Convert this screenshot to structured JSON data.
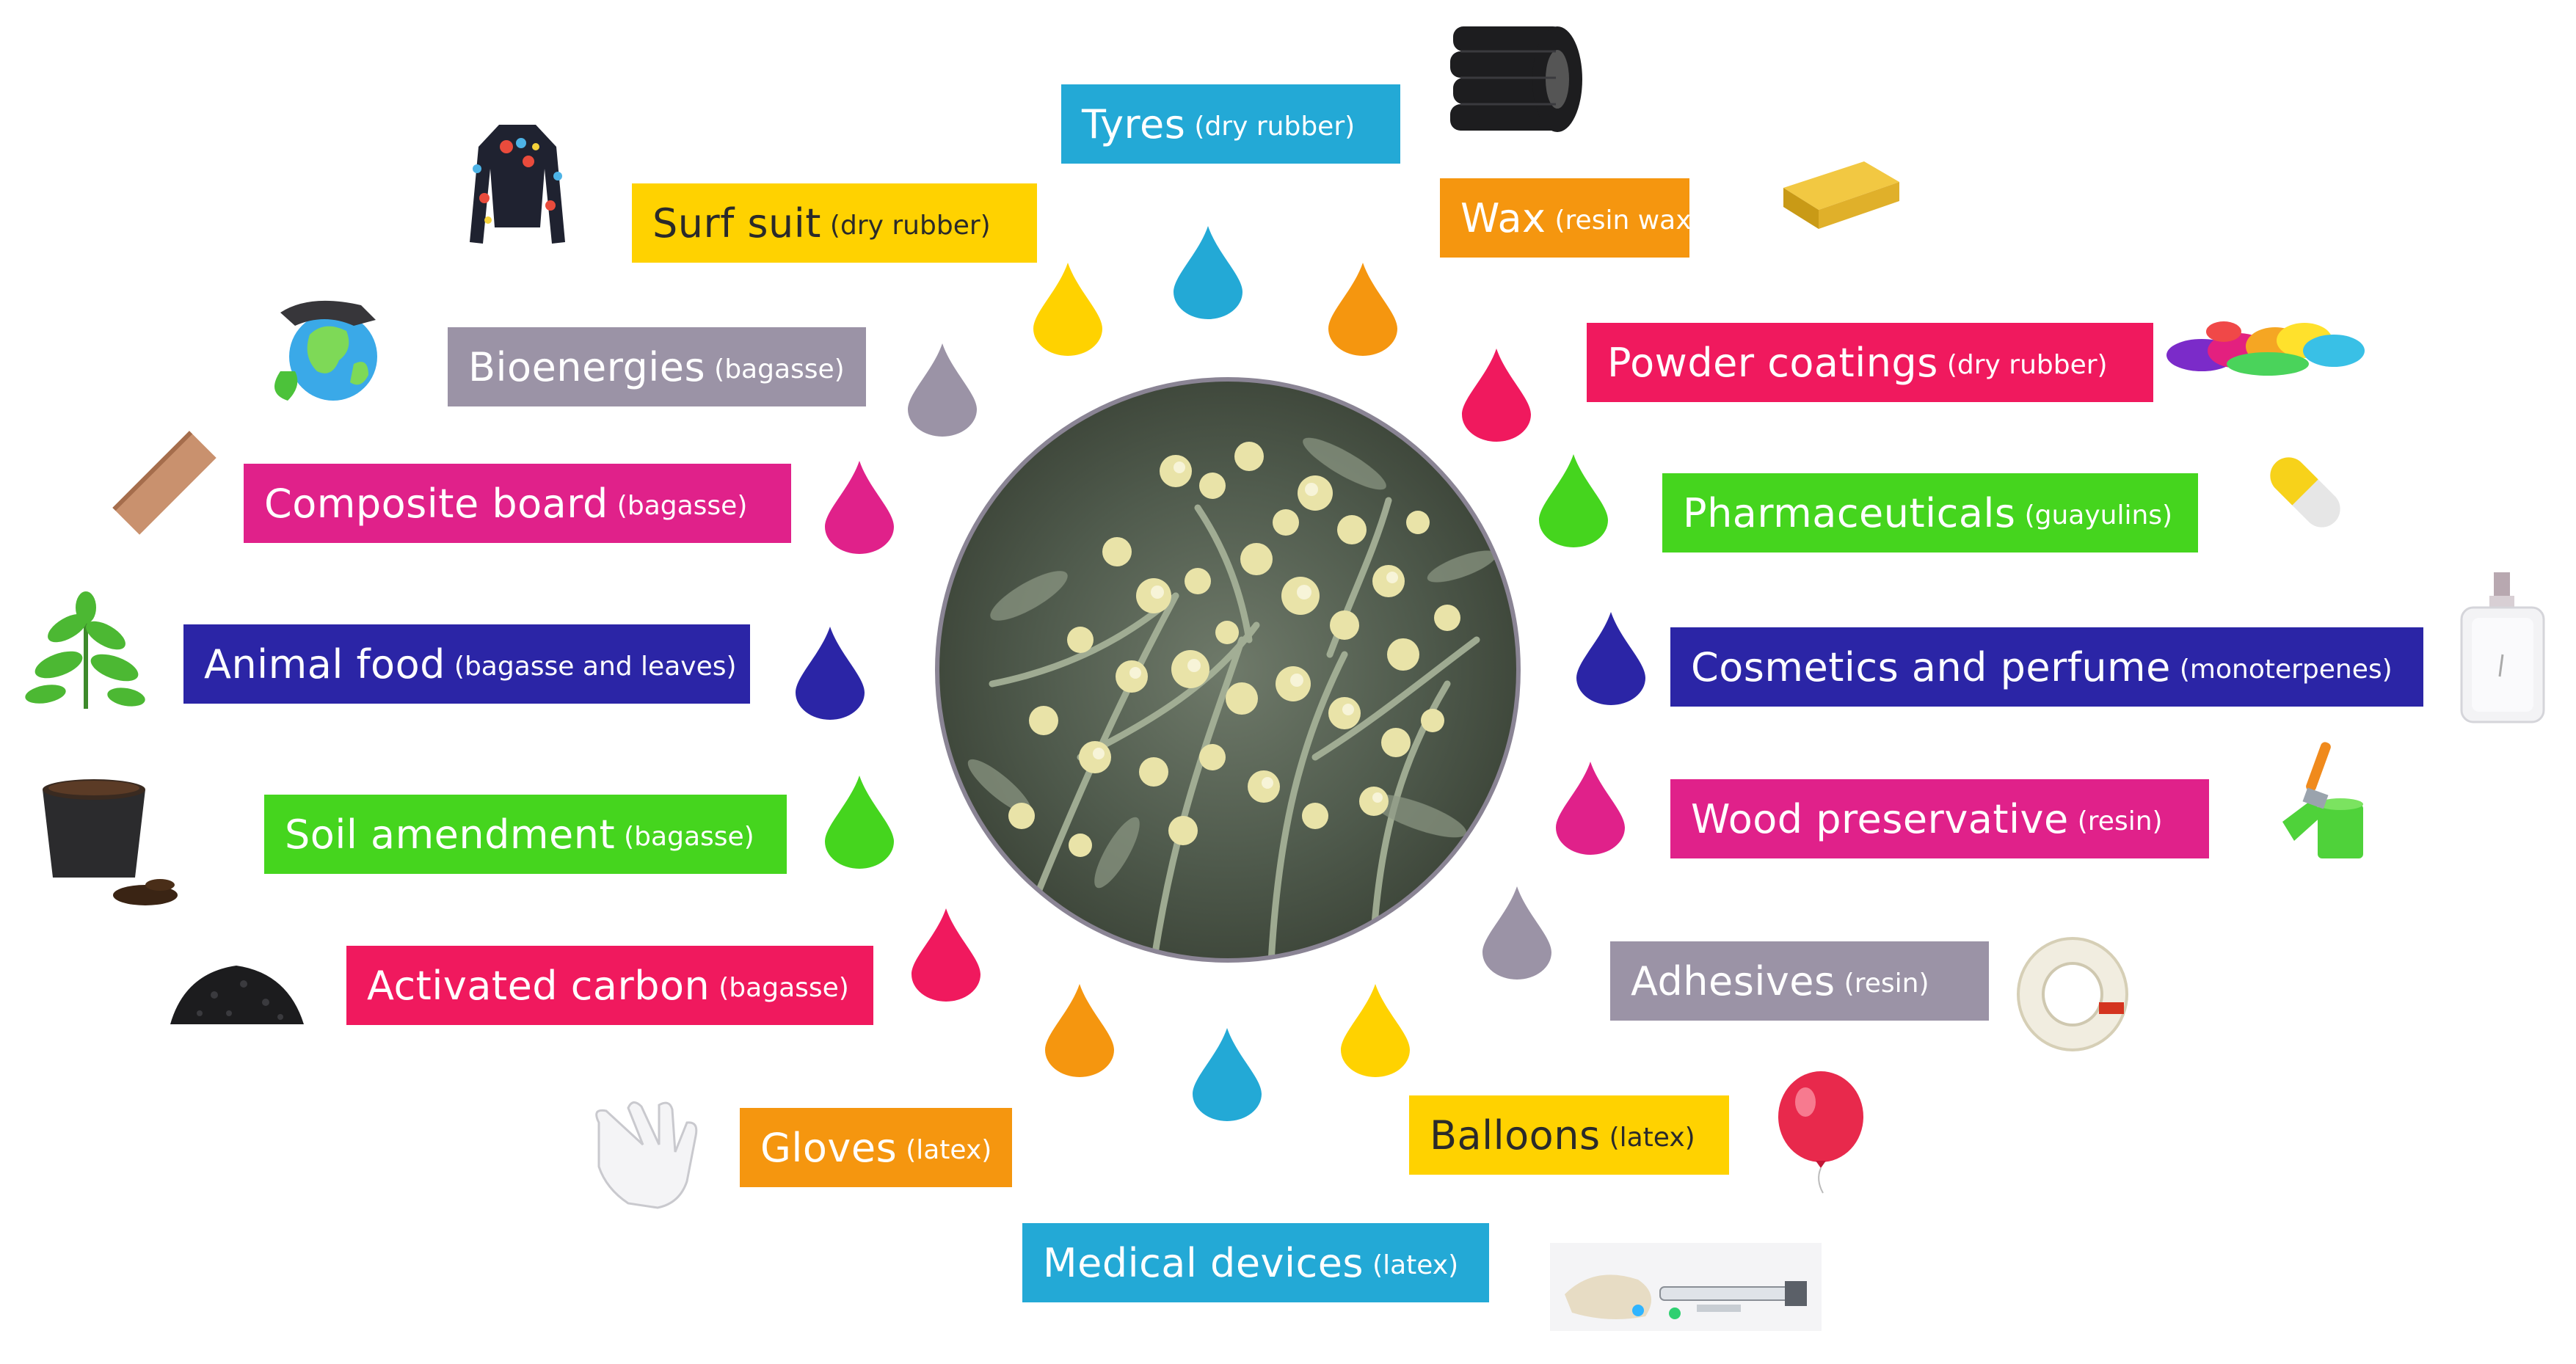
{
  "colors": {
    "cyan": "#23a9d6",
    "yellow": "#ffd200",
    "orange": "#f5960f",
    "pink": "#f0195e",
    "magenta": "#e0218a",
    "green": "#45d51e",
    "navy": "#2b25a6",
    "gray": "#9b93a6"
  },
  "labels": {
    "tyres": {
      "main": "Tyres",
      "sub": "(dry rubber)"
    },
    "wax": {
      "main": "Wax",
      "sub": "(resin wax)"
    },
    "surf": {
      "main": "Surf suit",
      "sub": "(dry rubber)"
    },
    "powder": {
      "main": "Powder coatings",
      "sub": "(dry rubber)"
    },
    "bio": {
      "main": "Bioenergies",
      "sub": "(bagasse)"
    },
    "pharma": {
      "main": "Pharmaceuticals",
      "sub": "(guayulins)"
    },
    "composite": {
      "main": "Composite board",
      "sub": "(bagasse)"
    },
    "cosmetics": {
      "main": "Cosmetics and perfume",
      "sub": "(monoterpenes)"
    },
    "animal": {
      "main": "Animal food",
      "sub": "(bagasse and leaves)"
    },
    "wood": {
      "main": "Wood preservative",
      "sub": "(resin)"
    },
    "soil": {
      "main": "Soil amendment",
      "sub": "(bagasse)"
    },
    "adhesives": {
      "main": "Adhesives",
      "sub": "(resin)"
    },
    "carbon": {
      "main": "Activated carbon",
      "sub": "(bagasse)"
    },
    "balloons": {
      "main": "Balloons",
      "sub": "(latex)"
    },
    "gloves": {
      "main": "Gloves",
      "sub": "(latex)"
    },
    "medical": {
      "main": "Medical devices",
      "sub": "(latex)"
    }
  }
}
